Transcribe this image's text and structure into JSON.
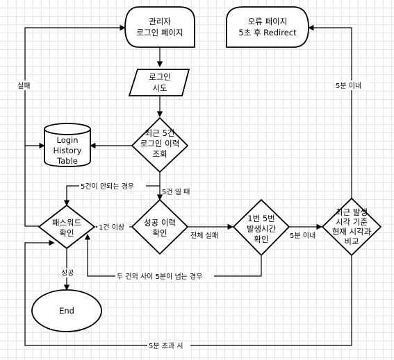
{
  "nodes": {
    "admin_login_page": [
      "관리자",
      "로그인 페이지"
    ],
    "error_page": [
      "오류 페이지",
      "5초 후 Redirect"
    ],
    "login_attempt": [
      "로그인",
      "시도"
    ],
    "recent_history": [
      "최근 5건",
      "로그인 이력",
      "조회"
    ],
    "login_history_table": [
      "Login",
      "History",
      "Table"
    ],
    "password_check": [
      "패스워드",
      "확인"
    ],
    "success_history_check": [
      "성공 이력",
      "확인"
    ],
    "first_fifth_time": [
      "1번 5번",
      "발생시간",
      "확인"
    ],
    "time_compare": [
      "최근 발생",
      "시각 기준",
      "현재 시각과",
      "비교"
    ],
    "end": [
      "End"
    ]
  },
  "edges": {
    "fail": "실패",
    "within_5min_top": "5분 이내",
    "less_than_5": "5건이 안되는 경우",
    "when_5": "5건 일 때",
    "one_or_more": "1건 이상",
    "all_failed": "전체 실패",
    "within_5min": "5분 이내",
    "success": "성공",
    "gap_over_5min": "두 건의 사이 5분이 넘는 경우",
    "over_5min": "5분 초과 시"
  },
  "colors": {
    "stroke": "#000000",
    "fill": "#ffffff",
    "grid": "#e6e6e6"
  }
}
